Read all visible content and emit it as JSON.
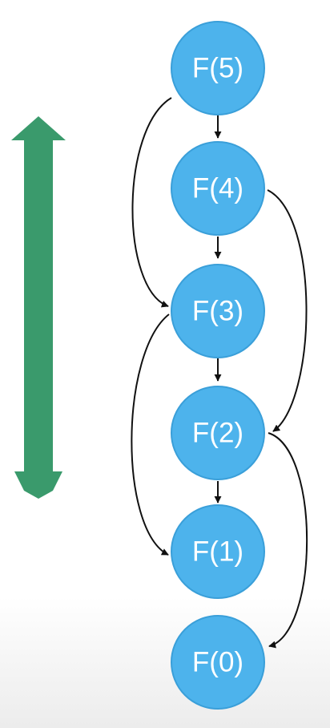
{
  "diagram": {
    "nodes": [
      {
        "id": "f5",
        "label": "F(5)"
      },
      {
        "id": "f4",
        "label": "F(4)"
      },
      {
        "id": "f3",
        "label": "F(3)"
      },
      {
        "id": "f2",
        "label": "F(2)"
      },
      {
        "id": "f1",
        "label": "F(1)"
      },
      {
        "id": "f0",
        "label": "F(0)"
      }
    ],
    "edges": [
      {
        "from": "f5",
        "to": "f4"
      },
      {
        "from": "f5",
        "to": "f3"
      },
      {
        "from": "f4",
        "to": "f3"
      },
      {
        "from": "f4",
        "to": "f2"
      },
      {
        "from": "f3",
        "to": "f2"
      },
      {
        "from": "f3",
        "to": "f1"
      },
      {
        "from": "f2",
        "to": "f1"
      },
      {
        "from": "f2",
        "to": "f0"
      }
    ],
    "colors": {
      "node_fill": "#4db3ec",
      "node_stroke": "#3a9fd9",
      "edge": "#111111",
      "direction_arrow": "#3a9a6c",
      "label_text": "#ffffff"
    },
    "direction_arrow": {
      "points": "up"
    }
  }
}
